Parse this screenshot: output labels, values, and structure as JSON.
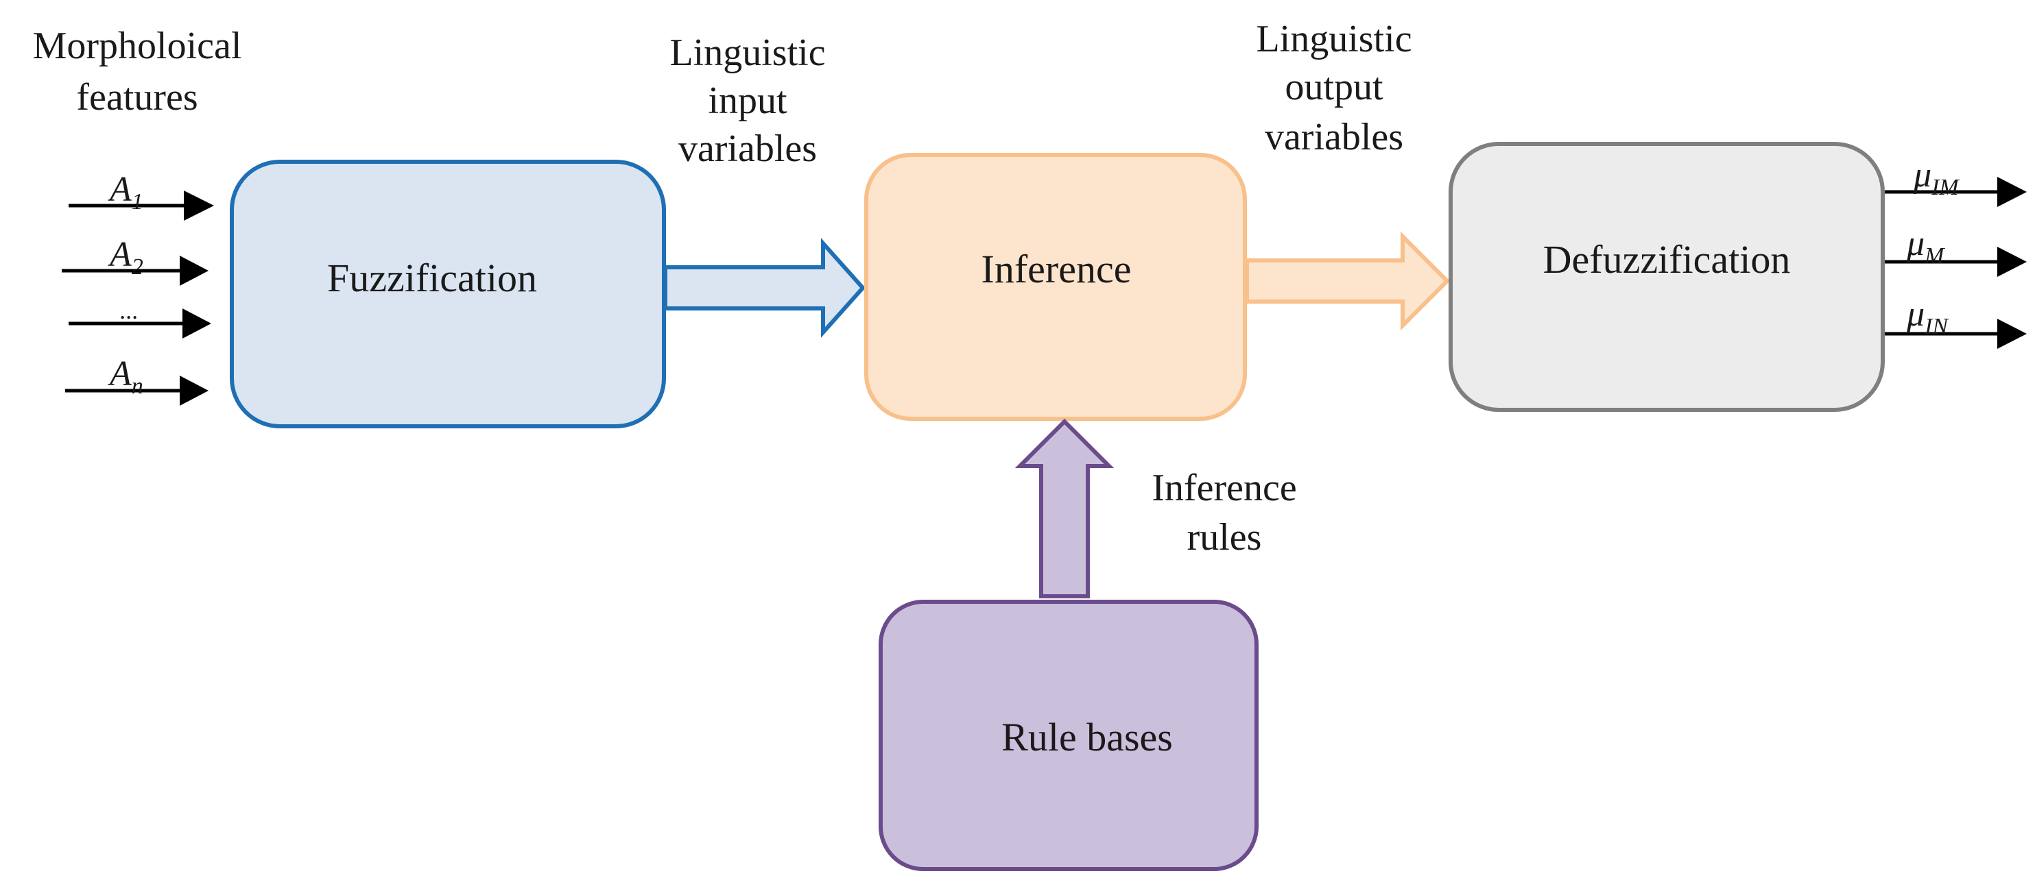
{
  "captions": {
    "morphological_line1": "Morpholoical",
    "morphological_line2": "features",
    "ling_input_line1": "Linguistic",
    "ling_input_line2": "input",
    "ling_input_line3": "variables",
    "ling_output_line1": "Linguistic",
    "ling_output_line2": "output",
    "ling_output_line3": "variables",
    "inference_rules_line1": "Inference",
    "inference_rules_line2": "rules"
  },
  "boxes": {
    "fuzzification": "Fuzzification",
    "inference": "Inference",
    "defuzzification": "Defuzzification",
    "rule_bases": "Rule bases"
  },
  "inputs": [
    {
      "base": "A",
      "sub": "1"
    },
    {
      "base": "A",
      "sub": "2"
    },
    {
      "base": "...",
      "sub": ""
    },
    {
      "base": "A",
      "sub": "n"
    }
  ],
  "outputs": [
    {
      "base": "μ",
      "sub": "IM"
    },
    {
      "base": "μ",
      "sub": "M"
    },
    {
      "base": "μ",
      "sub": "IN"
    }
  ],
  "colors": {
    "fuzz_fill": "#dae5f1",
    "fuzz_stroke": "#1f6fb5",
    "inf_fill": "#fde4cd",
    "inf_stroke": "#f8c08a",
    "defuzz_fill": "#ececec",
    "defuzz_stroke": "#7f7f7f",
    "rule_fill": "#cbc0db",
    "rule_stroke": "#6a4c8c"
  }
}
